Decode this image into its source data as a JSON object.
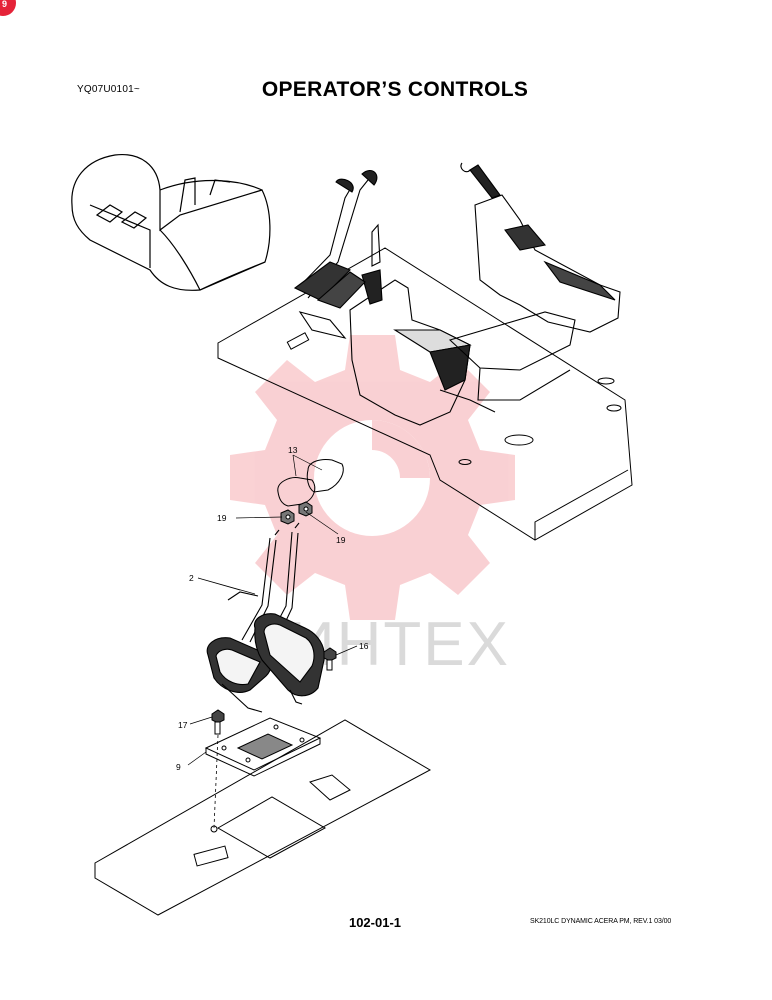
{
  "header": {
    "part_code": "YQ07U0101~",
    "title": "OPERATOR’S CONTROLS"
  },
  "footer": {
    "page_number": "102-01-1",
    "reference": "SK210LC DYNAMIC ACERA PM, REV.1 03/00"
  },
  "badge": {
    "text": "9",
    "color": "#e52338"
  },
  "watermark": {
    "text": "ИНТЕХ",
    "color": "#e8303a"
  },
  "callouts": {
    "c13": "13",
    "c19a": "19",
    "c19b": "19",
    "c2": "2",
    "c16": "16",
    "c17": "17",
    "c9": "9"
  }
}
